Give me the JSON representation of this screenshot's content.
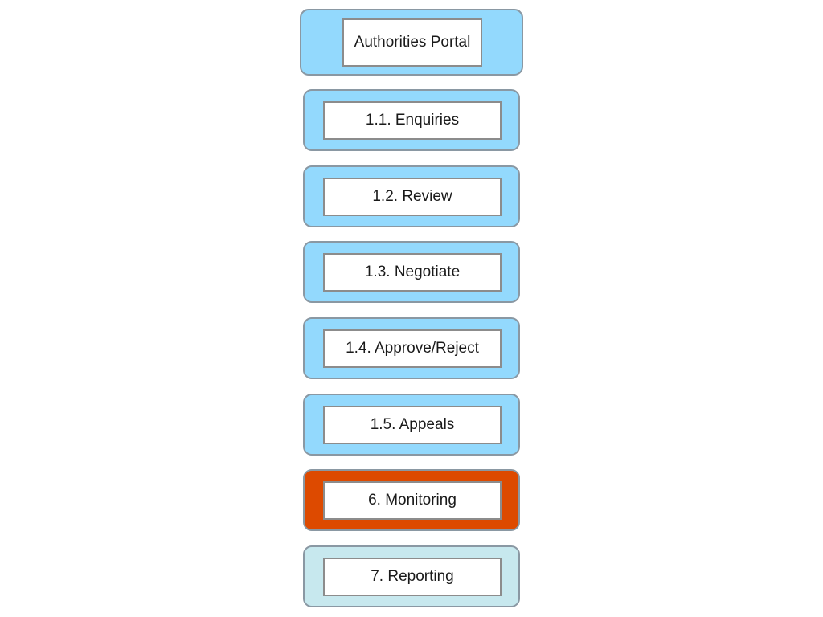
{
  "colors": {
    "blue_fill": "#93d9fd",
    "orange_fill": "#dd4a00",
    "pale_fill": "#c7e8ee",
    "border": "#8a98a3"
  },
  "portal": {
    "label": "Authorities Portal",
    "fill": "#93d9fd"
  },
  "steps": [
    {
      "label": "1.1. Enquiries",
      "fill": "#93d9fd"
    },
    {
      "label": "1.2. Review",
      "fill": "#93d9fd"
    },
    {
      "label": "1.3. Negotiate",
      "fill": "#93d9fd"
    },
    {
      "label": "1.4. Approve/Reject",
      "fill": "#93d9fd"
    },
    {
      "label": "1.5. Appeals",
      "fill": "#93d9fd"
    },
    {
      "label": "6. Monitoring",
      "fill": "#dd4a00"
    },
    {
      "label": "7. Reporting",
      "fill": "#c7e8ee"
    }
  ]
}
